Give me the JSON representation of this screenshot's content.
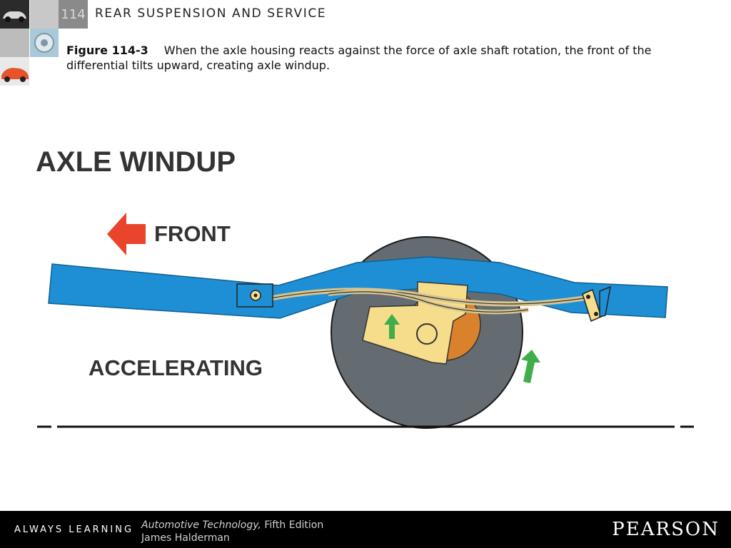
{
  "header": {
    "chapter_number": "114",
    "chapter_title": "REAR SUSPENSION AND SERVICE"
  },
  "caption": {
    "figure_label": "Figure 114-3",
    "text": "When the axle housing reacts against the force of axle shaft rotation, the front of the differential tilts upward, creating axle windup."
  },
  "diagram": {
    "title": "AXLE WINDUP",
    "front_label": "FRONT",
    "condition_label": "ACCELERATING",
    "colors": {
      "frame": "#1e8fd4",
      "wheel": "#646c72",
      "spring": "#d8c58f",
      "housing": "#f5dd8c",
      "drum": "#d9822b",
      "front_arrow": "#e8452c",
      "motion_arrow": "#3fae49"
    }
  },
  "footer": {
    "tagline": "ALWAYS LEARNING",
    "book_title": "Automotive Technology,",
    "edition": "Fifth Edition",
    "author": "James Halderman",
    "publisher": "PEARSON"
  }
}
